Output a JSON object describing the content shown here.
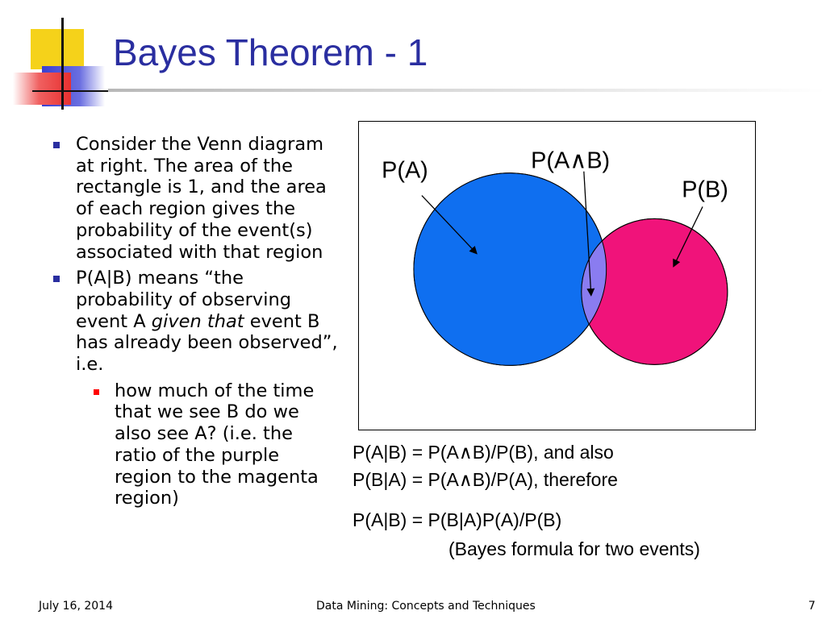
{
  "title": "Bayes Theorem - 1",
  "bullets": {
    "b1": "Consider the Venn diagram at right. The area of the rectangle is 1, and the area of each region gives the probability of the event(s) associated with that region",
    "b2_pre": "P(A|B) means “the probability of observing event A ",
    "b2_em": "given that",
    "b2_post": " event B has already been observed”, i.e.",
    "sub1": "how much of the time that we see B do we also see A? (i.e. the ratio of the purple region to the magenta region)"
  },
  "venn": {
    "label_a": "P(A)",
    "label_ab": "P(A∧B)",
    "label_b": "P(B)",
    "color_a": "#0f6ff0",
    "color_b": "#f0137a",
    "color_overlap": "#8a7cf0"
  },
  "formulas": {
    "f1": "P(A|B) = P(A∧B)/P(B), and also",
    "f2": "P(B|A) = P(A∧B)/P(A), therefore",
    "f3": "P(A|B) = P(B|A)P(A)/P(B)",
    "f4": "(Bayes formula for two events)"
  },
  "footer": {
    "date": "July 16, 2014",
    "center": "Data Mining: Concepts and Techniques",
    "page": "7"
  }
}
